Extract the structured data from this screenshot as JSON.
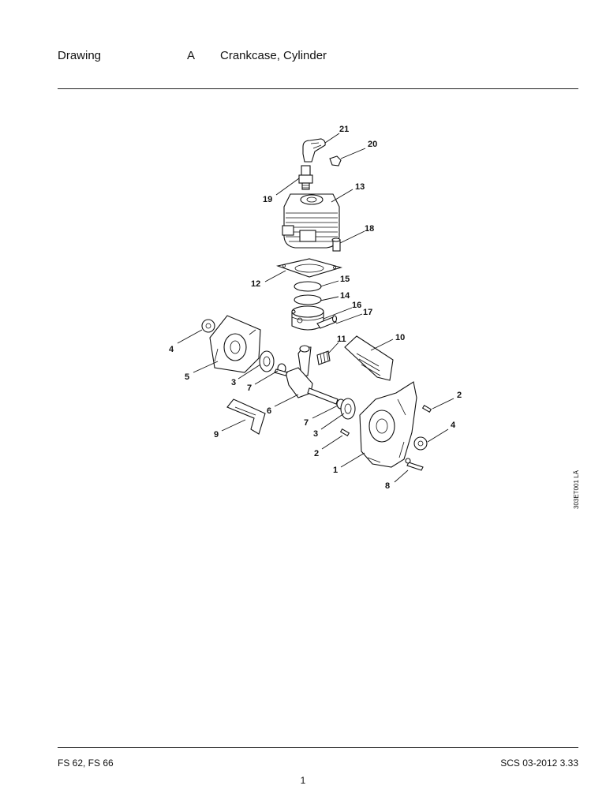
{
  "header": {
    "label": "Drawing",
    "code": "A",
    "title": "Crankcase, Cylinder"
  },
  "diagram": {
    "reference": "303ET001 LÄ",
    "callouts": [
      "21",
      "20",
      "19",
      "13",
      "18",
      "12",
      "15",
      "14",
      "16",
      "17",
      "11",
      "10",
      "4",
      "5",
      "3",
      "7",
      "6",
      "9",
      "2",
      "7",
      "3",
      "4",
      "2",
      "1",
      "8"
    ]
  },
  "footer": {
    "models": "FS 62, FS 66",
    "revision": "SCS 03-2012 3.33",
    "page": "1"
  }
}
